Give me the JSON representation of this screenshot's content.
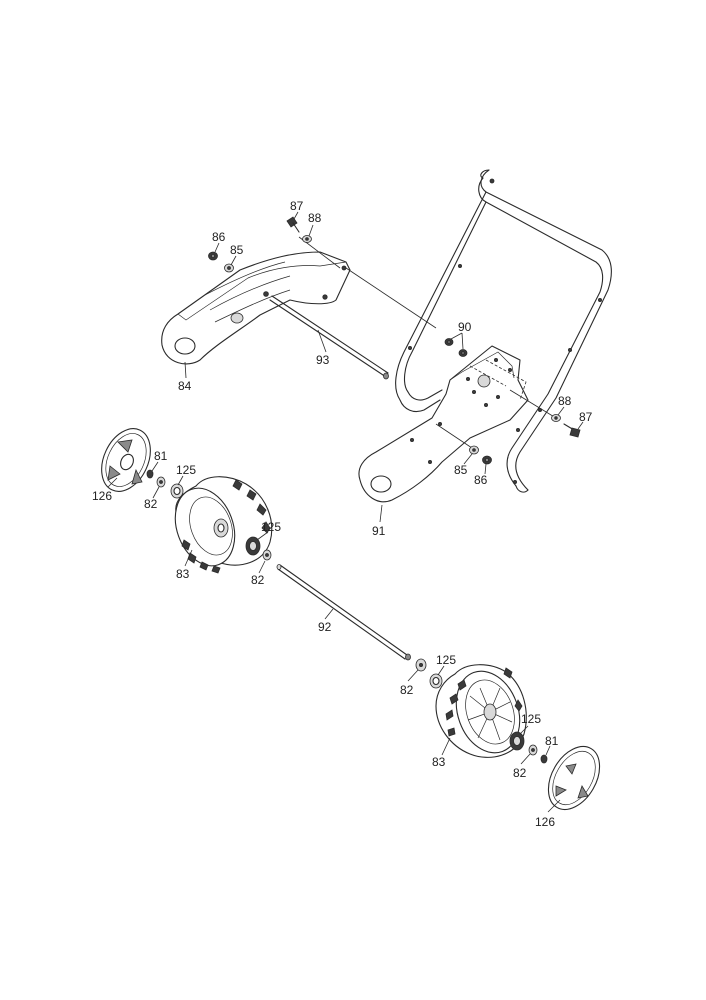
{
  "callouts": {
    "c87a": "87",
    "c88a": "88",
    "c86a": "86",
    "c85a": "85",
    "c93": "93",
    "c84": "84",
    "c90": "90",
    "c88b": "88",
    "c87b": "87",
    "c85b": "85",
    "c86b": "86",
    "c91": "91",
    "c81a": "81",
    "c125a": "125",
    "c126a": "126",
    "c82a": "82",
    "c83a": "83",
    "c125b": "125",
    "c82b": "82",
    "c92": "92",
    "c125c": "125",
    "c82c": "82",
    "c83b": "83",
    "c125d": "125",
    "c81b": "81",
    "c82d": "82",
    "c126b": "126"
  }
}
